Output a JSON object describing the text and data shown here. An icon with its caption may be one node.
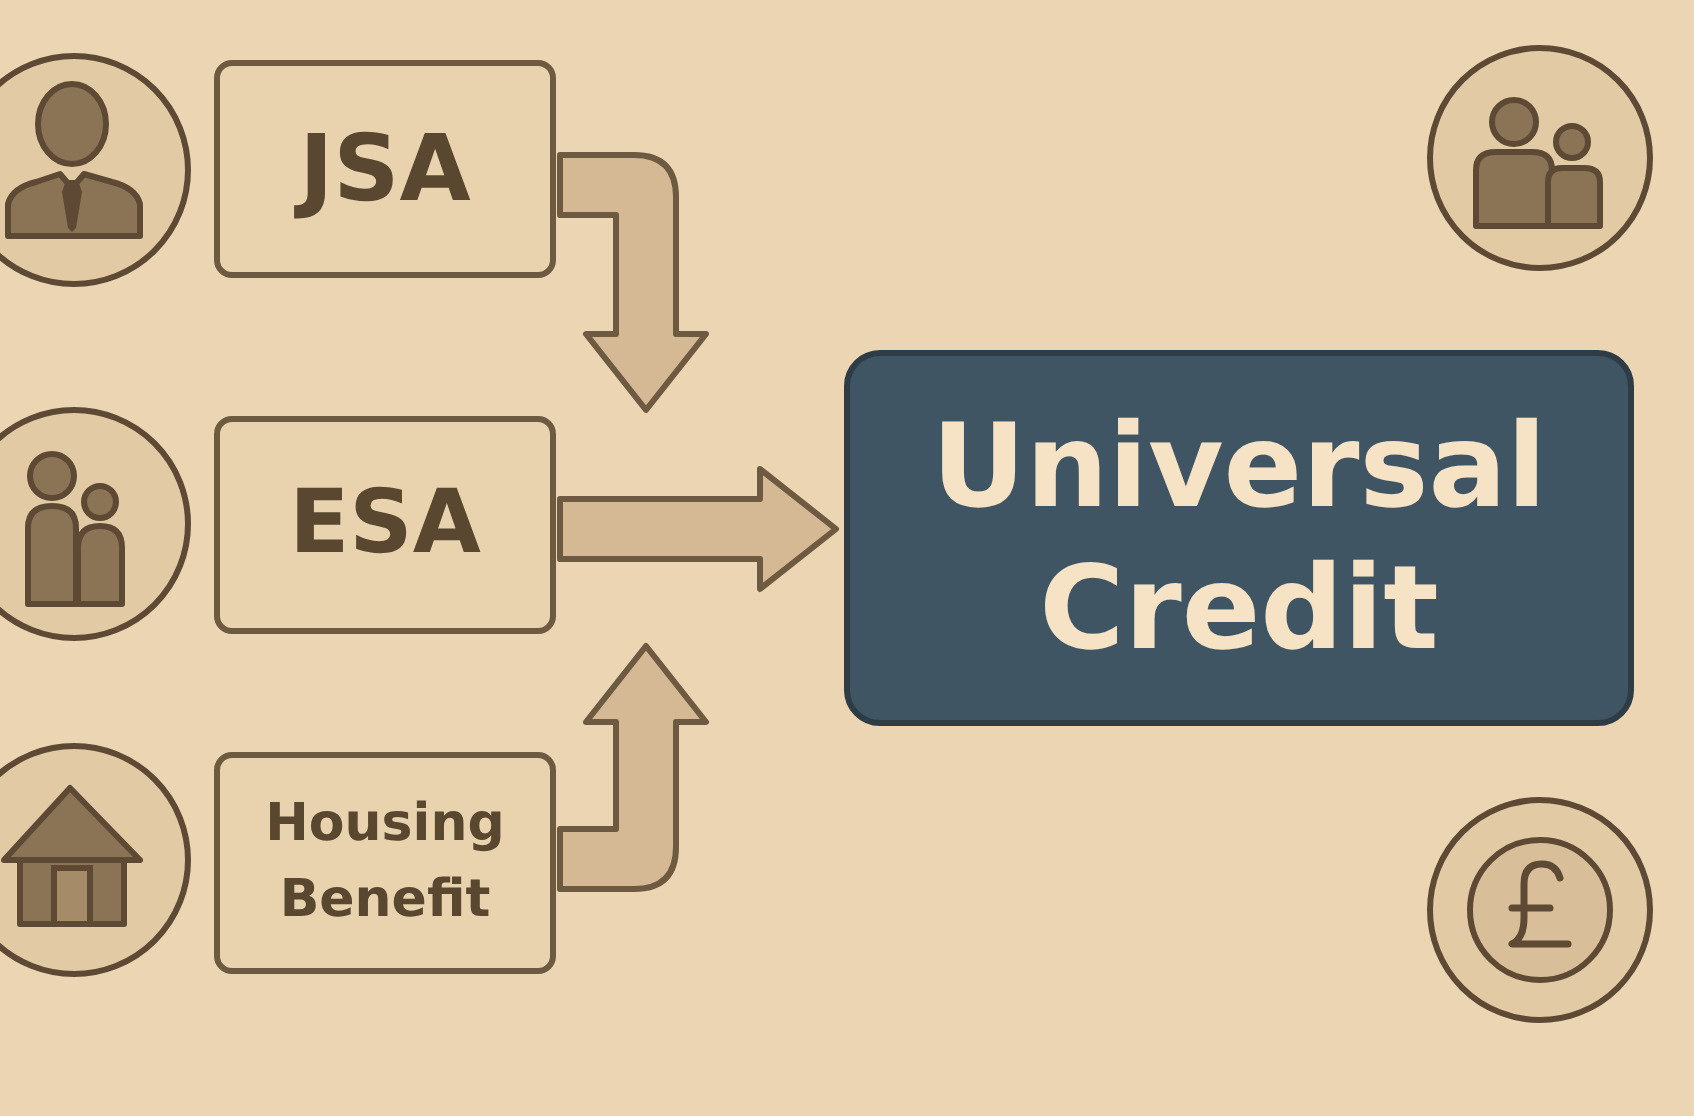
{
  "diagram": {
    "nodes": [
      {
        "text": [
          "JSA"
        ]
      },
      {
        "text": [
          "ESA"
        ]
      },
      {
        "text": [
          "Housing Benefit"
        ]
      },
      {
        "text": [
          "Universal Credit"
        ]
      }
    ],
    "edges": [
      {
        "from": 0,
        "to": 3,
        "arrow": "to"
      },
      {
        "from": 1,
        "to": 3,
        "arrow": "to"
      },
      {
        "from": 2,
        "to": 3,
        "arrow": "to"
      }
    ]
  }
}
